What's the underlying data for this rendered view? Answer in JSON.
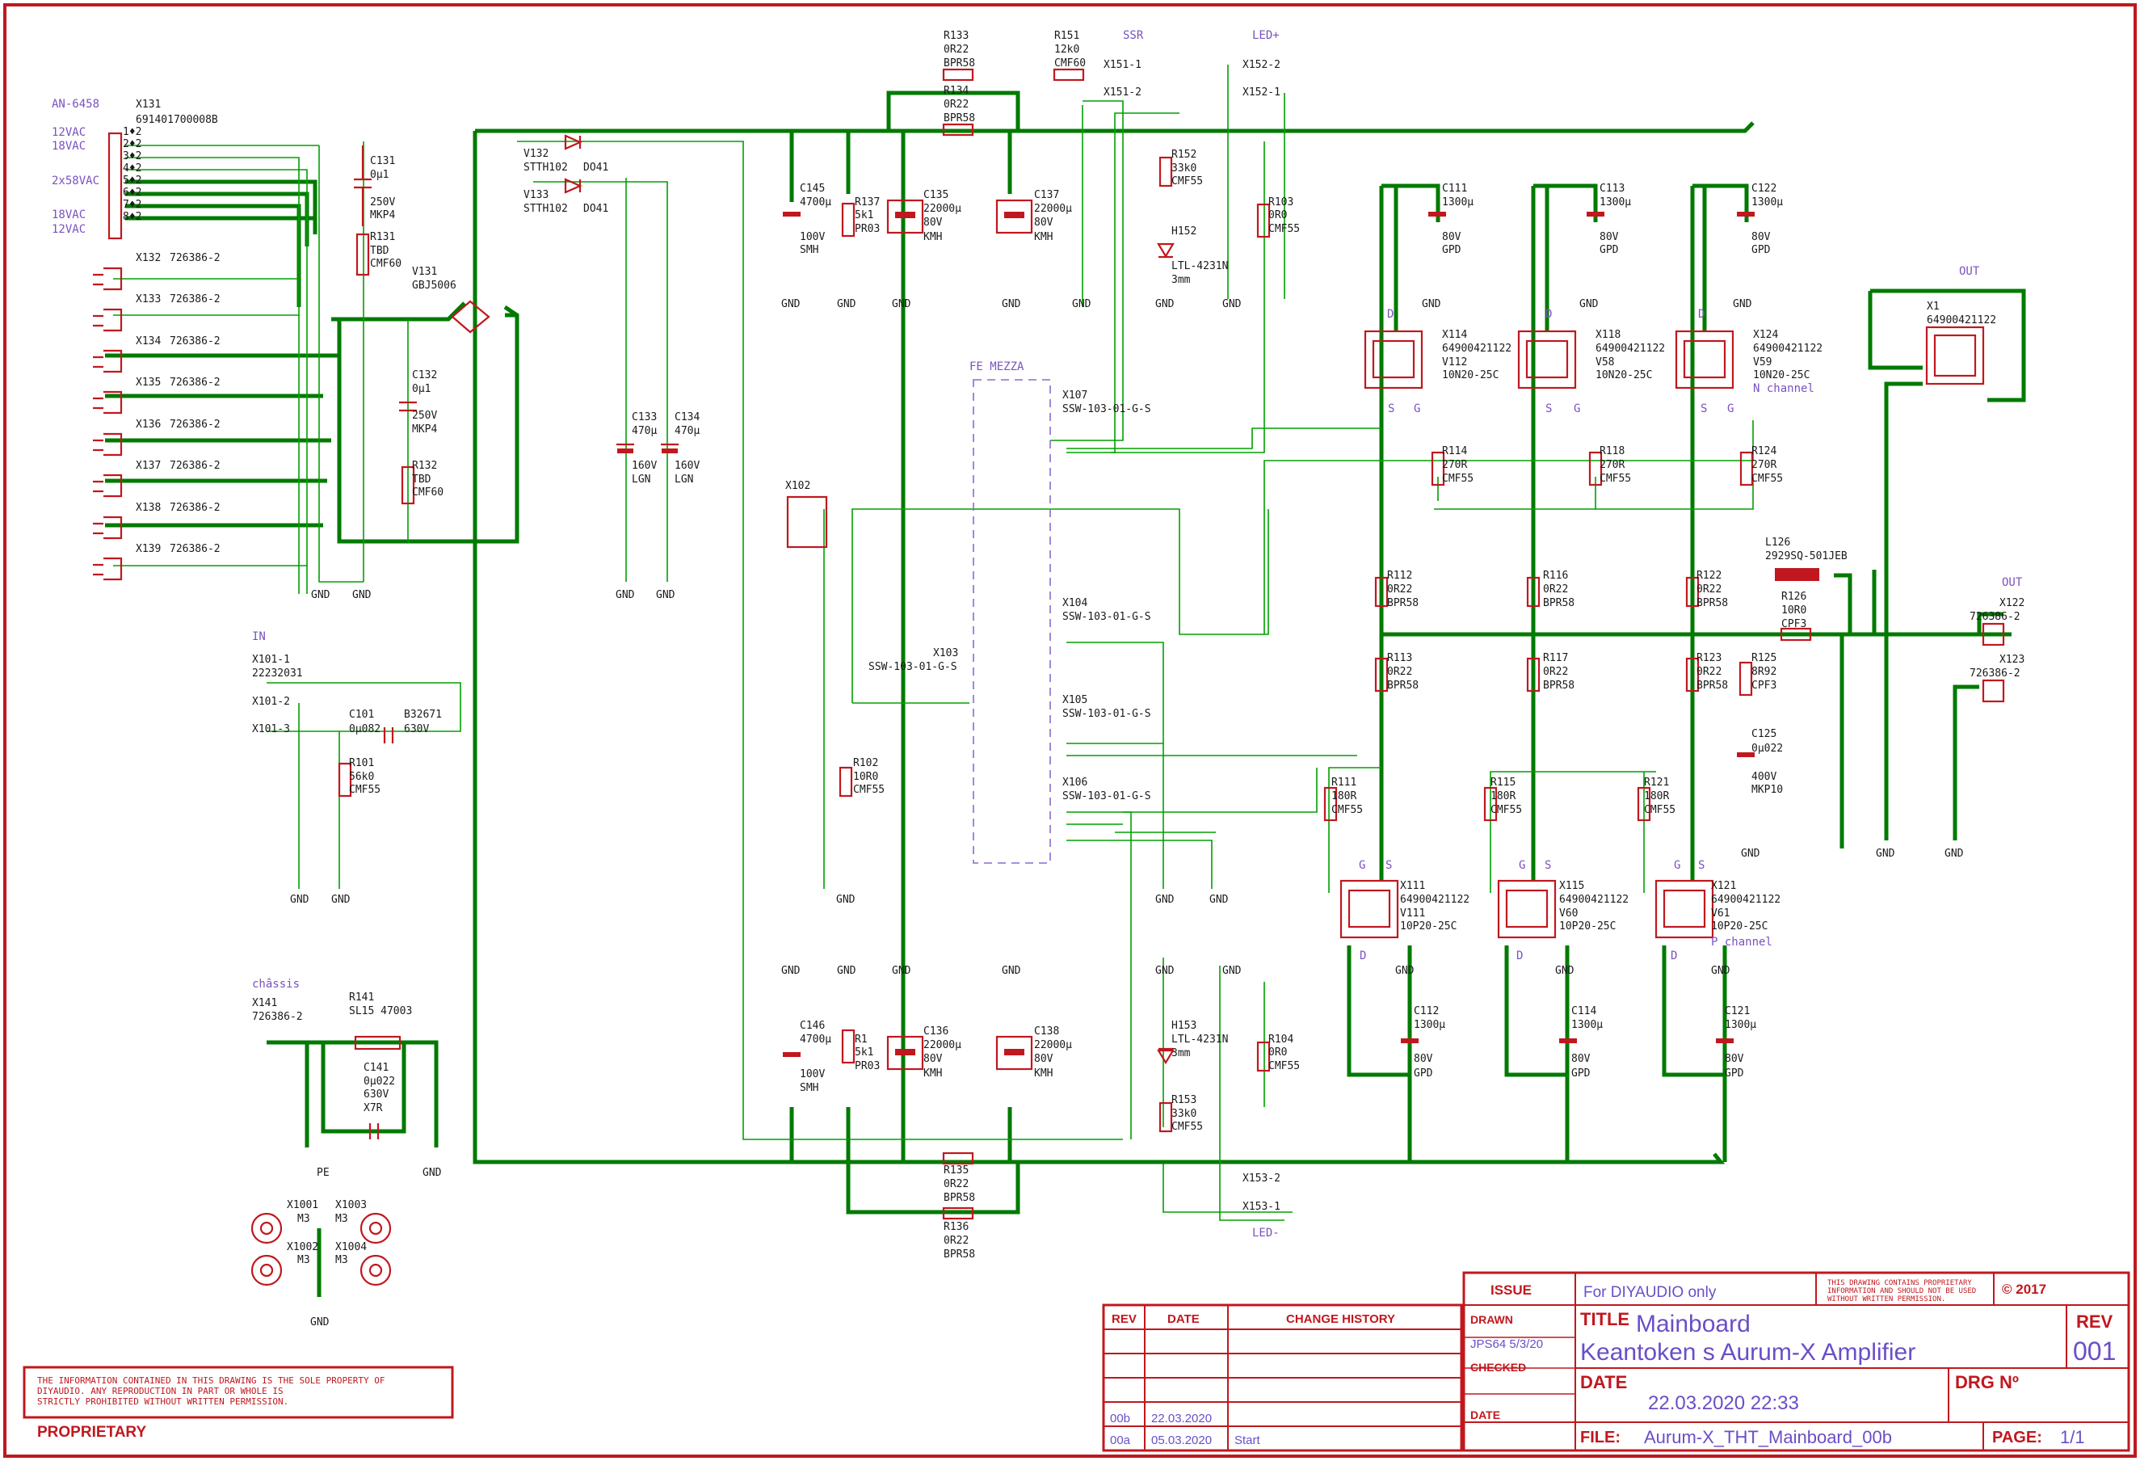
{
  "title_block": {
    "issue_label": "ISSUE",
    "issue_value": "For DIYAUDIO only",
    "notice_small": [
      "THIS DRAWING CONTAINS PROPRIETARY",
      "INFORMATION AND SHOULD NOT BE USED",
      "WITHOUT WRITTEN PERMISSION."
    ],
    "copyright": "© 2017",
    "drawn_label": "DRAWN",
    "drawn_value": "JPS64 5/3/20",
    "checked_label": "CHECKED",
    "date_small_label": "DATE",
    "title_label": "TITLE",
    "title_line1": "Mainboard",
    "title_line2": "Keantoken s Aurum-X Amplifier",
    "rev_label": "REV",
    "rev_value": "001",
    "date_label": "DATE",
    "date_value": "22.03.2020 22:33",
    "drg_label": "DRG Nº",
    "file_label": "FILE:",
    "file_value": "Aurum-X_THT_Mainboard_00b",
    "page_label": "PAGE:",
    "page_value": "1/1"
  },
  "change_history": {
    "col_rev": "REV",
    "col_date": "DATE",
    "col_change": "CHANGE HISTORY",
    "rows": [
      {
        "rev": "00b",
        "date": "22.03.2020",
        "change": ""
      },
      {
        "rev": "00a",
        "date": "05.03.2020",
        "change": "Start"
      }
    ]
  },
  "proprietary": {
    "text": [
      "THE INFORMATION CONTAINED IN THIS DRAWING IS THE SOLE PROPERTY OF",
      "DIYAUDIO. ANY REPRODUCTION IN PART OR WHOLE IS",
      "STRICTLY PROHIBITED WITHOUT WRITTEN PERMISSION."
    ],
    "label": "PROPRIETARY"
  },
  "sections": {
    "an6458": "AN-6458",
    "in": "IN",
    "chassis": "châssis",
    "ssr": "SSR",
    "led_plus": "LED+",
    "led_minus": "LED-",
    "fe_mezza": "FE MEZZA",
    "out_top": "OUT",
    "out_right": "OUT",
    "n_channel": "N channel",
    "p_channel": "P channel"
  },
  "connector_x131": {
    "ref": "X131",
    "part": "691401700008B",
    "pins": [
      "1♦2",
      "2♦2",
      "3♦2",
      "4♦2",
      "5♦2",
      "6♦2",
      "7♦2",
      "8♦2"
    ],
    "voltages": [
      "12VAC",
      "18VAC",
      "2x58VAC",
      "18VAC",
      "12VAC"
    ]
  },
  "small_connectors": [
    {
      "ref": "X132",
      "part": "726386-2"
    },
    {
      "ref": "X133",
      "part": "726386-2"
    },
    {
      "ref": "X134",
      "part": "726386-2"
    },
    {
      "ref": "X135",
      "part": "726386-2"
    },
    {
      "ref": "X136",
      "part": "726386-2"
    },
    {
      "ref": "X137",
      "part": "726386-2"
    },
    {
      "ref": "X138",
      "part": "726386-2"
    },
    {
      "ref": "X139",
      "part": "726386-2"
    }
  ],
  "parts": {
    "C131": [
      "C131",
      "0µ1",
      "250V",
      "MKP4"
    ],
    "R131": [
      "R131",
      "TBD",
      "CMF60"
    ],
    "V131": [
      "V131",
      "GBJ5006"
    ],
    "C132": [
      "C132",
      "0µ1",
      "250V",
      "MKP4"
    ],
    "R132": [
      "R132",
      "TBD",
      "CMF60"
    ],
    "V132": [
      "V132",
      "STTH102",
      "DO41"
    ],
    "V133": [
      "V133",
      "STTH102",
      "DO41"
    ],
    "C133": [
      "C133",
      "470µ",
      "160V",
      "LGN"
    ],
    "C134": [
      "C134",
      "470µ",
      "160V",
      "LGN"
    ],
    "C145": [
      "C145",
      "4700µ",
      "100V",
      "SMH"
    ],
    "R137": [
      "R137",
      "5k1",
      "PR03"
    ],
    "C135": [
      "C135",
      "22000µ",
      "80V",
      "KMH"
    ],
    "C137": [
      "C137",
      "22000µ",
      "80V",
      "KMH"
    ],
    "R133": [
      "R133",
      "0R22",
      "BPR58"
    ],
    "R134": [
      "R134",
      "0R22",
      "BPR58"
    ],
    "R151": [
      "R151",
      "12k0",
      "CMF60"
    ],
    "X151_1": "X151-1",
    "X151_2": "X151-2",
    "X152_2": "X152-2",
    "X152_1": "X152-1",
    "R152": [
      "R152",
      "33k0",
      "CMF55"
    ],
    "H152": [
      "H152",
      "LTL-4231N",
      "3mm"
    ],
    "R103": [
      "R103",
      "0R0",
      "CMF55"
    ],
    "C146": [
      "C146",
      "4700µ",
      "100V",
      "SMH"
    ],
    "R1": [
      "R1",
      "5k1",
      "PR03"
    ],
    "C136": [
      "C136",
      "22000µ",
      "80V",
      "KMH"
    ],
    "C138": [
      "C138",
      "22000µ",
      "80V",
      "KMH"
    ],
    "R135": [
      "R135",
      "0R22",
      "BPR58"
    ],
    "R136": [
      "R136",
      "0R22",
      "BPR58"
    ],
    "H153": [
      "H153",
      "LTL-4231N",
      "3mm"
    ],
    "R153": [
      "R153",
      "33k0",
      "CMF55"
    ],
    "R104": [
      "R104",
      "0R0",
      "CMF55"
    ],
    "X153_2": "X153-2",
    "X153_1": "X153-1",
    "X101": [
      "X101-1",
      "22232031",
      "X101-2",
      "X101-3"
    ],
    "C101": [
      "C101",
      "0µ082",
      "B32671",
      "630V"
    ],
    "R101": [
      "R101",
      "56k0",
      "CMF55"
    ],
    "X102": "X102",
    "X103": [
      "X103",
      "SSW-103-01-G-S"
    ],
    "R102": [
      "R102",
      "10R0",
      "CMF55"
    ],
    "X107": [
      "X107",
      "SSW-103-01-G-S"
    ],
    "X104": [
      "X104",
      "SSW-103-01-G-S"
    ],
    "X105": [
      "X105",
      "SSW-103-01-G-S"
    ],
    "X106": [
      "X106",
      "SSW-103-01-G-S"
    ],
    "X141": [
      "X141",
      "726386-2"
    ],
    "R141": [
      "R141",
      "SL15 47003"
    ],
    "C141": [
      "C141",
      "0µ022",
      "630V",
      "X7R"
    ],
    "mounts": [
      "X1001",
      "M3",
      "X1003",
      "M3",
      "X1002",
      "M3",
      "X1004",
      "M3"
    ],
    "C111": [
      "C111",
      "1300µ",
      "80V",
      "GPD"
    ],
    "C113": [
      "C113",
      "1300µ",
      "80V",
      "GPD"
    ],
    "C122": [
      "C122",
      "1300µ",
      "80V",
      "GPD"
    ],
    "X114": [
      "X114",
      "64900421122",
      "V112",
      "10N20-25C"
    ],
    "X118": [
      "X118",
      "64900421122",
      "V58",
      "10N20-25C"
    ],
    "X124": [
      "X124",
      "64900421122",
      "V59",
      "10N20-25C"
    ],
    "R114": [
      "R114",
      "270R",
      "CMF55"
    ],
    "R118": [
      "R118",
      "270R",
      "CMF55"
    ],
    "R124": [
      "R124",
      "270R",
      "CMF55"
    ],
    "R112": [
      "R112",
      "0R22",
      "BPR58"
    ],
    "R116": [
      "R116",
      "0R22",
      "BPR58"
    ],
    "R122": [
      "R122",
      "0R22",
      "BPR58"
    ],
    "R113": [
      "R113",
      "0R22",
      "BPR58"
    ],
    "R117": [
      "R117",
      "0R22",
      "BPR58"
    ],
    "R123": [
      "R123",
      "0R22",
      "BPR58"
    ],
    "R111": [
      "R111",
      "180R",
      "CMF55"
    ],
    "R115": [
      "R115",
      "180R",
      "CMF55"
    ],
    "R121": [
      "R121",
      "180R",
      "CMF55"
    ],
    "X111": [
      "X111",
      "64900421122",
      "V111",
      "10P20-25C"
    ],
    "X115": [
      "X115",
      "64900421122",
      "V60",
      "10P20-25C"
    ],
    "X121": [
      "X121",
      "64900421122",
      "V61",
      "10P20-25C"
    ],
    "C112": [
      "C112",
      "1300µ",
      "80V",
      "GPD"
    ],
    "C114": [
      "C114",
      "1300µ",
      "80V",
      "GPD"
    ],
    "C121": [
      "C121",
      "1300µ",
      "80V",
      "GPD"
    ],
    "L126": [
      "L126",
      "2929SQ-501JEB"
    ],
    "R126": [
      "R126",
      "10R0",
      "CPF3"
    ],
    "R125": [
      "R125",
      "8R92",
      "CPF3"
    ],
    "C125": [
      "C125",
      "0µ022",
      "400V",
      "MKP10"
    ],
    "X1": [
      "X1",
      "64900421122"
    ],
    "X122": [
      "X122",
      "726386-2"
    ],
    "X123": [
      "X123",
      "726386-2"
    ]
  },
  "labels": {
    "gnd": "GND",
    "pe": "PE",
    "d": "D",
    "s": "S",
    "g": "G"
  }
}
